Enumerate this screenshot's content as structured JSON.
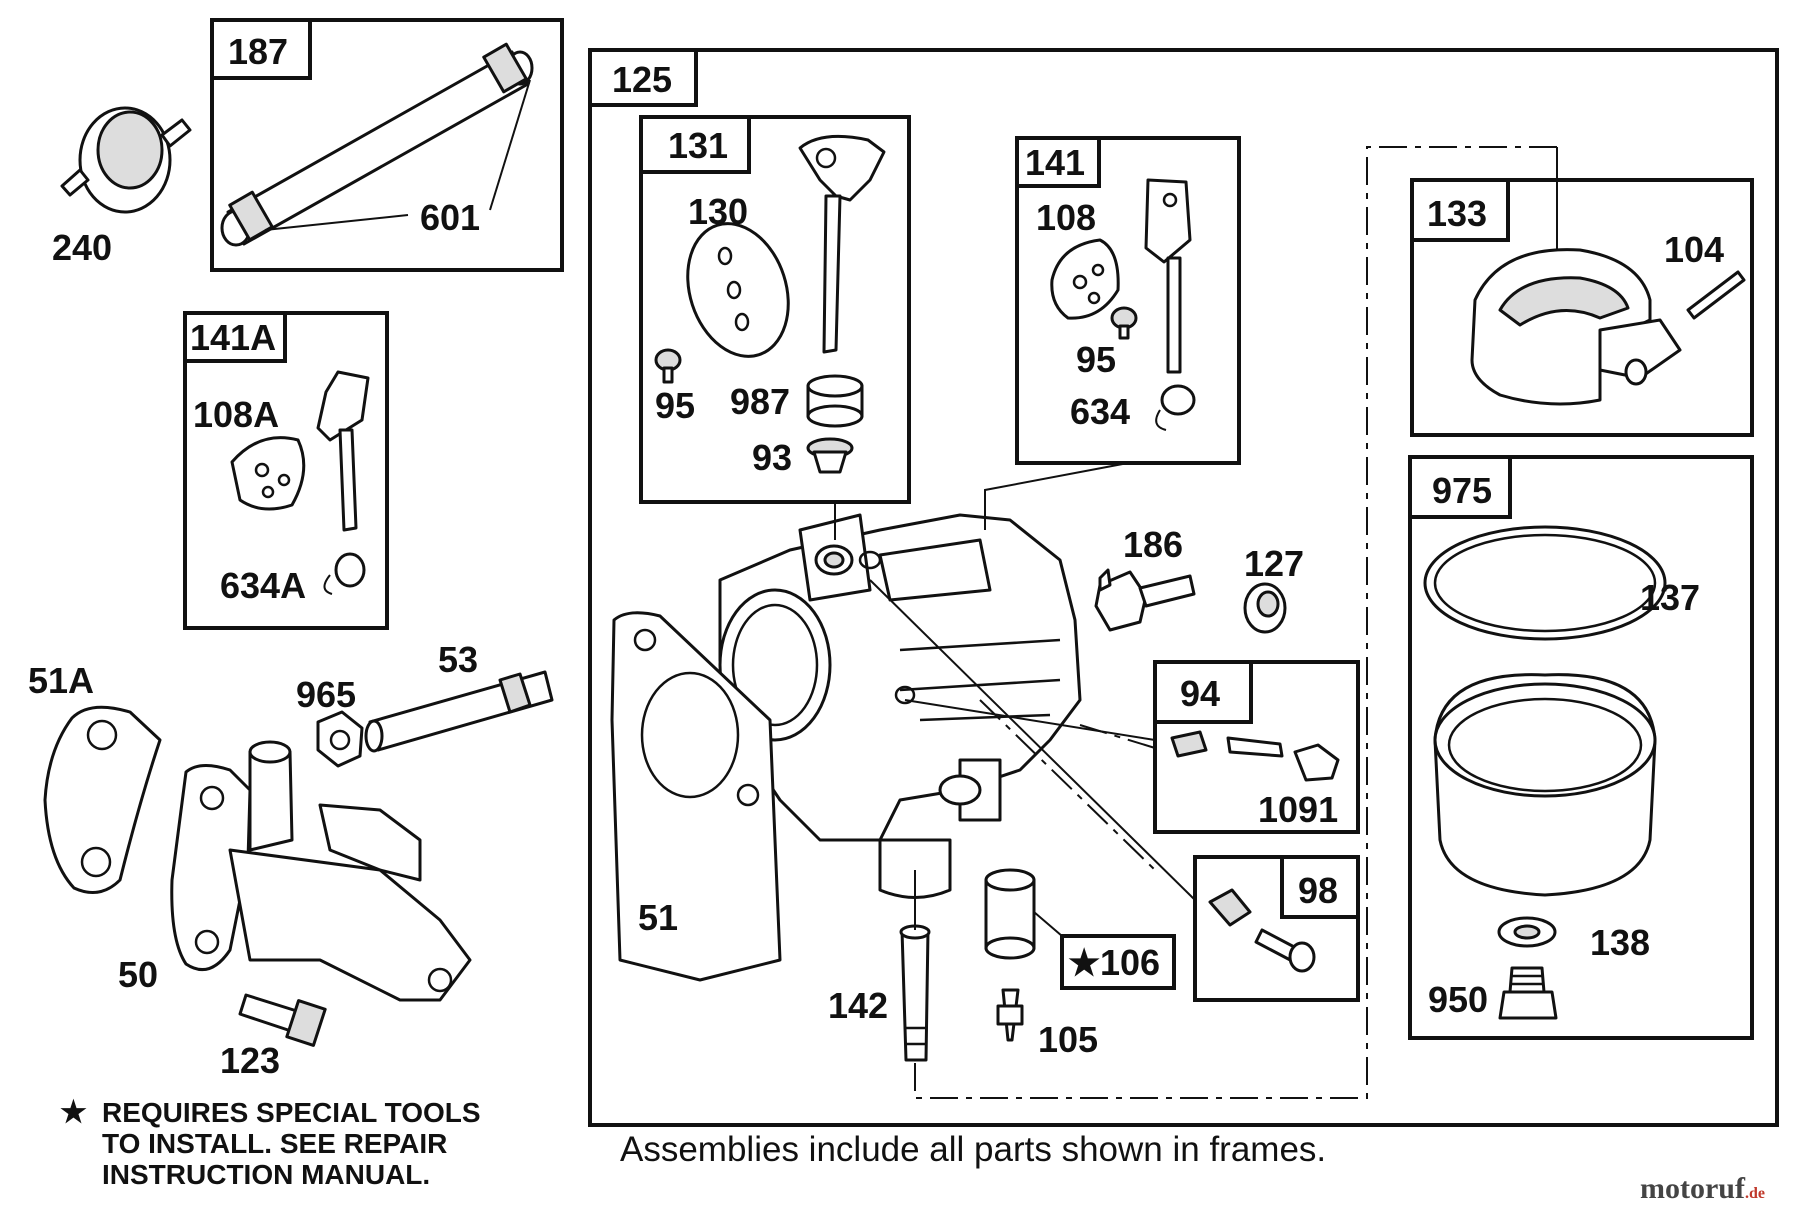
{
  "frames": {
    "f187": "187",
    "f141A": "141A",
    "f125": "125",
    "f131": "131",
    "f141": "141",
    "f133": "133",
    "f975": "975",
    "f94": "94",
    "f98": "98"
  },
  "labels": {
    "p240": "240",
    "p601": "601",
    "p108A": "108A",
    "p634A": "634A",
    "p51A": "51A",
    "p965": "965",
    "p53": "53",
    "p50": "50",
    "p123": "123",
    "p130": "130",
    "p95a": "95",
    "p987": "987",
    "p93": "93",
    "p108": "108",
    "p95b": "95",
    "p634": "634",
    "p104": "104",
    "p137": "137",
    "p138": "138",
    "p950": "950",
    "p186": "186",
    "p127": "127",
    "p1091": "1091",
    "p51": "51",
    "p106": "106",
    "p142": "142",
    "p105": "105"
  },
  "note": {
    "star": "★",
    "line1": "REQUIRES SPECIAL TOOLS",
    "line2": "TO INSTALL.  SEE REPAIR",
    "line3": "INSTRUCTION MANUAL."
  },
  "caption": "Assemblies include all parts shown in frames.",
  "watermark": {
    "main": "motoruf",
    "suffix": ".de"
  },
  "colors": {
    "ink": "#111111",
    "background": "#ffffff"
  }
}
